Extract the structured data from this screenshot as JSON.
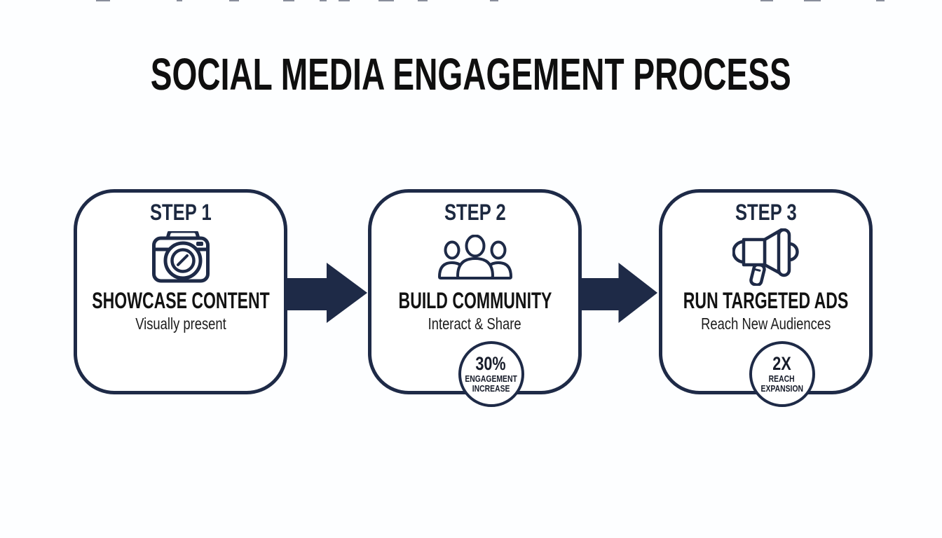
{
  "theme": {
    "background": "#fdfeff",
    "navy": "#1e2a47",
    "title_color": "#0f0f0f",
    "card_bg": "#ffffff"
  },
  "title": "SOCIAL MEDIA ENGAGEMENT PROCESS",
  "steps": [
    {
      "label": "STEP 1",
      "icon": "camera-icon",
      "heading": "SHOWCASE CONTENT",
      "subheading": "Visually present"
    },
    {
      "label": "STEP 2",
      "icon": "community-icon",
      "heading": "BUILD COMMUNITY",
      "subheading": "Interact & Share",
      "badge": {
        "value": "30%",
        "line1": "ENGAGEMENT",
        "line2": "INCREASE"
      }
    },
    {
      "label": "STEP 3",
      "icon": "megaphone-icon",
      "heading": "RUN TARGETED ADS",
      "subheading": "Reach New Audiences",
      "badge": {
        "value": "2X",
        "line1": "REACH",
        "line2": "EXPANSION"
      }
    }
  ],
  "connectors": [
    {
      "icon": "arrow-right"
    },
    {
      "icon": "arrow-right"
    }
  ]
}
